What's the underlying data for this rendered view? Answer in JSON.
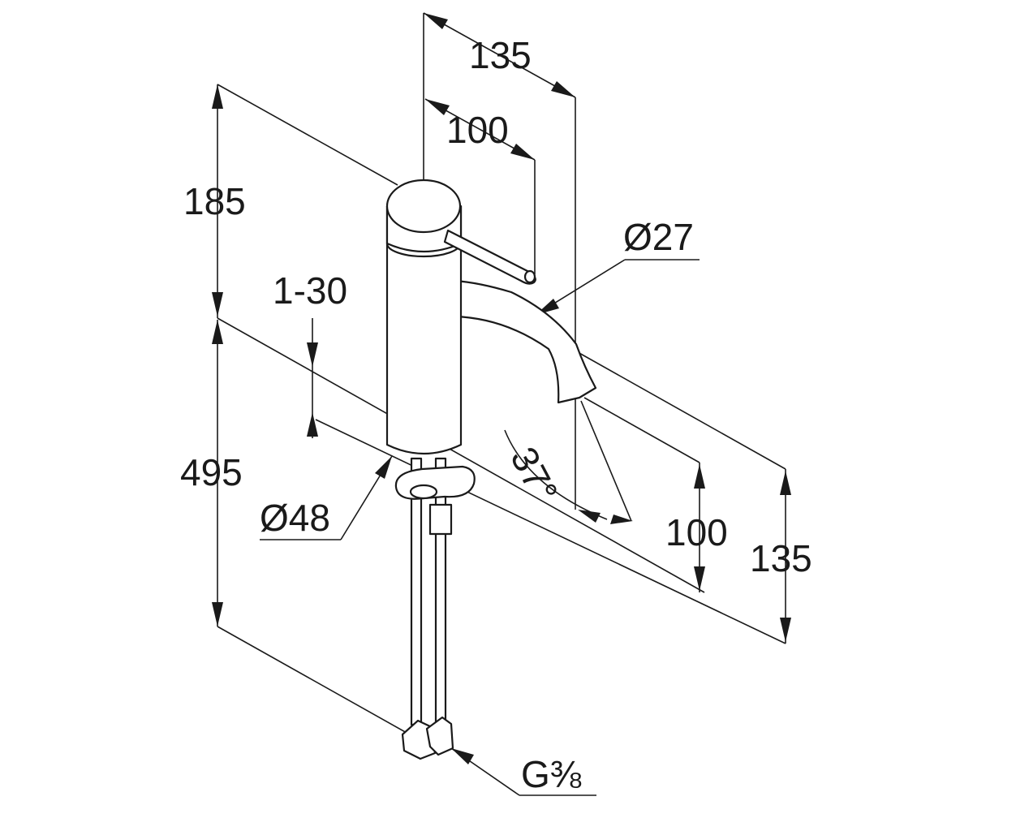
{
  "labels": {
    "top_outer_reach": "135",
    "top_handle_reach": "100",
    "upper_height": "185",
    "spout_diameter": "Ø27",
    "deck_thickness": "1-30",
    "total_height": "495",
    "spout_angle": "37°",
    "base_diameter": "Ø48",
    "right_inner_height": "100",
    "right_outer_height": "135",
    "connection_thread": "G⅜"
  },
  "colors": {
    "line": "#1a1a1a",
    "background": "#ffffff"
  }
}
